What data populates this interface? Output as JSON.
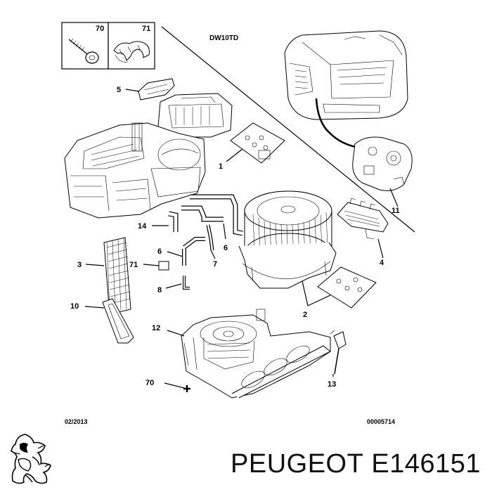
{
  "diagram": {
    "engine_label": "DW10TD",
    "date_code": "02/2013",
    "ref_code": "00005714",
    "legend_boxes": [
      {
        "id": "box-70",
        "label": "70"
      },
      {
        "id": "box-71",
        "label": "71"
      }
    ],
    "callouts": [
      {
        "id": "1",
        "label": "1"
      },
      {
        "id": "2",
        "label": "2"
      },
      {
        "id": "3",
        "label": "3"
      },
      {
        "id": "4",
        "label": "4"
      },
      {
        "id": "5",
        "label": "5"
      },
      {
        "id": "6a",
        "label": "6"
      },
      {
        "id": "6b",
        "label": "6"
      },
      {
        "id": "7",
        "label": "7"
      },
      {
        "id": "8",
        "label": "8"
      },
      {
        "id": "10",
        "label": "10"
      },
      {
        "id": "11",
        "label": "11"
      },
      {
        "id": "12",
        "label": "12"
      },
      {
        "id": "13",
        "label": "13"
      },
      {
        "id": "14",
        "label": "14"
      },
      {
        "id": "70",
        "label": "70"
      },
      {
        "id": "71",
        "label": "71"
      }
    ]
  },
  "footer": {
    "brand": "PEUGEOT",
    "part_number": "E146151"
  },
  "icons": {
    "logo": "peugeot-lion-logo-icon"
  }
}
